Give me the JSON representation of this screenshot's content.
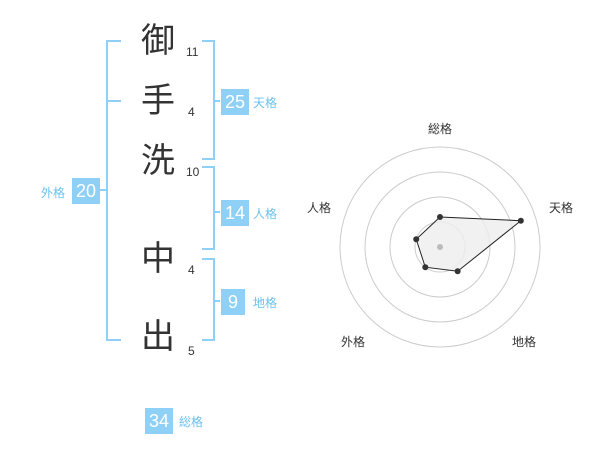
{
  "name_chars": [
    {
      "char": "御",
      "strokes": "11"
    },
    {
      "char": "手",
      "strokes": "4"
    },
    {
      "char": "洗",
      "strokes": "10"
    },
    {
      "char": "中",
      "strokes": "4"
    },
    {
      "char": "出",
      "strokes": "5"
    }
  ],
  "scores": {
    "tenkaku": {
      "value": "25",
      "label": "天格"
    },
    "jinkaku": {
      "value": "14",
      "label": "人格"
    },
    "chikaku": {
      "value": "9",
      "label": "地格"
    },
    "gaikaku": {
      "value": "20",
      "label": "外格"
    },
    "soukaku": {
      "value": "34",
      "label": "総格"
    }
  },
  "radar": {
    "labels": {
      "top": "総格",
      "top_right": "天格",
      "bottom_right": "地格",
      "bottom_left": "外格",
      "top_left": "人格"
    },
    "levels": {
      "soukaku": 0.3,
      "tenkaku": 0.85,
      "chikaku": 0.3,
      "gaikaku": 0.25,
      "jinkaku": 0.25
    },
    "colors": {
      "line": "#222222",
      "fill": "#eeeeee",
      "grid": "#cccccc",
      "point": "#333333",
      "center": "#bbbbbb"
    }
  },
  "colors": {
    "accent": "#8fd1f6",
    "bracket": "#8fd1f6",
    "label": "#6cc1ef"
  }
}
